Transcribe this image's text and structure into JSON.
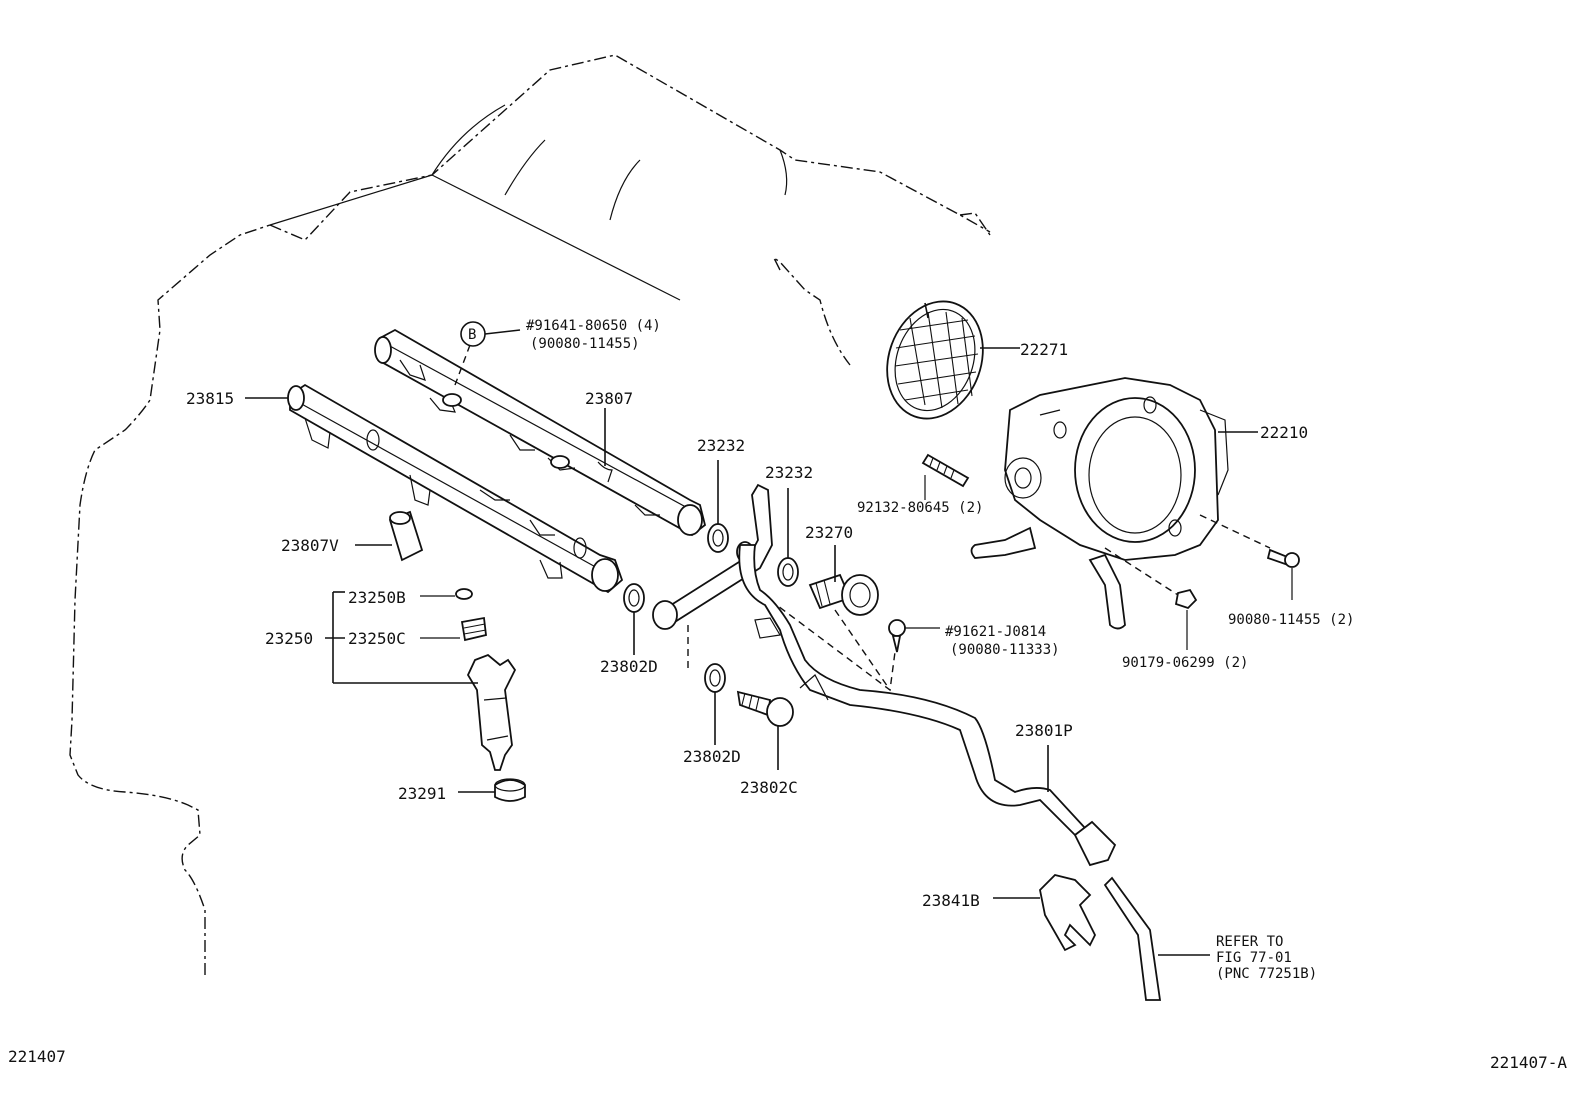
{
  "diagram": {
    "labels": {
      "p22271": "22271",
      "p22210": "22210",
      "p23815": "23815",
      "p23807": "23807",
      "p91641": "#91641-80650 (4)",
      "p91641_alt": "(90080-11455)",
      "circle_b": "B",
      "p23232a": "23232",
      "p23232b": "23232",
      "p92132": "92132-80645 (2)",
      "p23270": "23270",
      "p23807v": "23807V",
      "p23250b": "23250B",
      "p23250": "23250",
      "p23250c": "23250C",
      "p23802d_a": "23802D",
      "p91621": "#91621-J0814",
      "p91621_alt": "(90080-11333)",
      "p90179": "90179-06299 (2)",
      "p90080": "90080-11455 (2)",
      "p23801p": "23801P",
      "p23802d_b": "23802D",
      "p23802c": "23802C",
      "p23291": "23291",
      "p23841b": "23841B",
      "refer_1": "REFER TO",
      "refer_2": "FIG 77-01",
      "refer_3": "(PNC 77251B)"
    },
    "footer": {
      "left_code": "221407",
      "right_code": "221407-A"
    }
  }
}
